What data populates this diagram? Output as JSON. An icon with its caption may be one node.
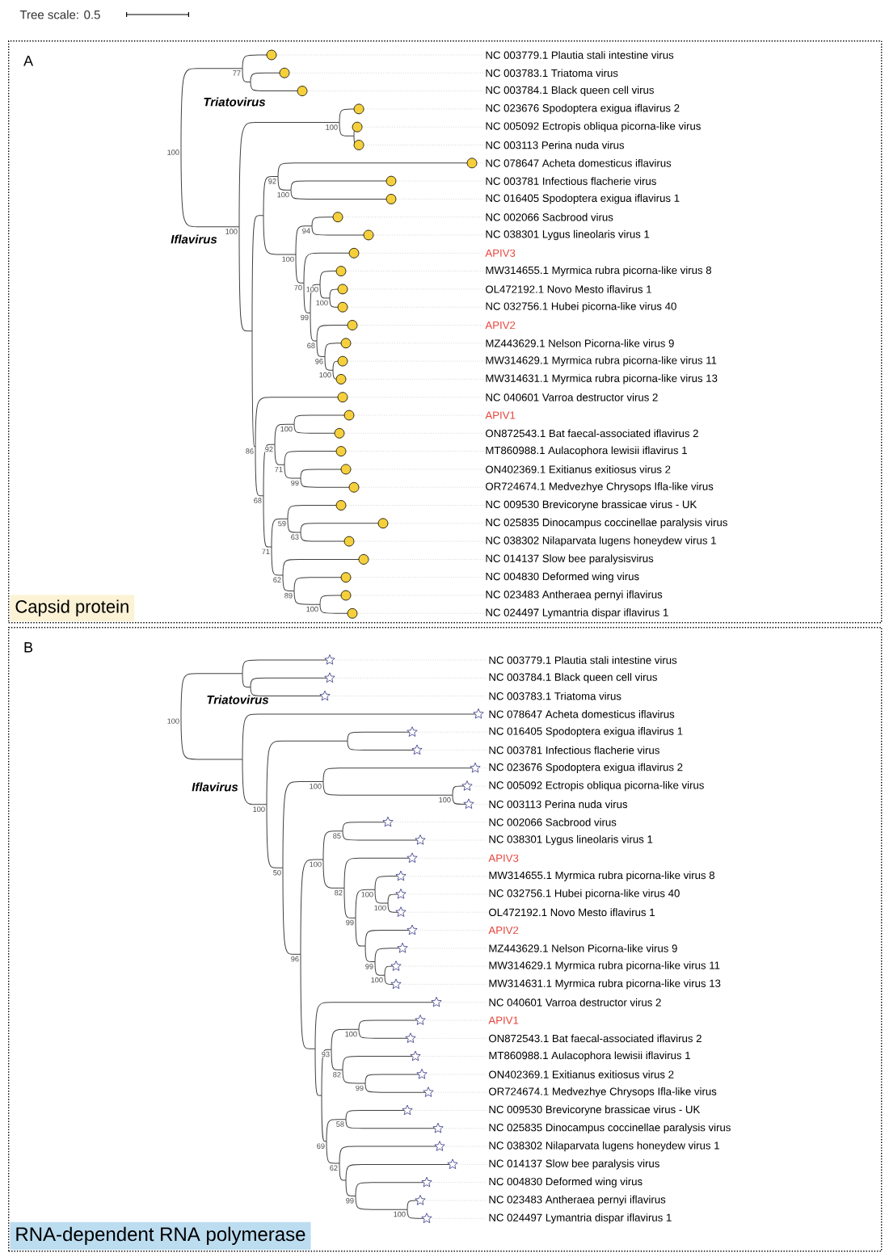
{
  "diagram": {
    "nodes": [
      {
        "text": [
          "A"
        ]
      },
      {
        "text": [
          "Capsid protein"
        ],
        "in": 0
      },
      {
        "text": [
          "B"
        ]
      },
      {
        "text": [
          "RNA-dependent RNA polymerase"
        ],
        "in": 2
      }
    ],
    "labels": [
      "Tree scale: 0.5",
      "Triatovirus",
      "Iflavirus",
      "NC 003779.1 Plautia stali intestine virus",
      "NC 003783.1 Triatoma virus",
      "NC 003784.1 Black queen cell virus",
      "NC 023676 Spodoptera exigua iflavirus 2",
      "NC 005092 Ectropis obliqua picorna-like virus",
      "NC 003113 Perina nuda virus",
      "NC 078647 Acheta domesticus iflavirus",
      "NC 003781 Infectious flacherie virus",
      "NC 016405 Spodoptera exigua iflavirus 1",
      "NC 002066 Sacbrood virus",
      "NC 038301 Lygus lineolaris virus 1",
      "APIV3",
      "MW314655.1 Myrmica rubra picorna-like virus 8",
      "OL472192.1 Novo Mesto iflavirus 1",
      "NC 032756.1 Hubei picorna-like virus 40",
      "APIV2",
      "MZ443629.1 Nelson Picorna-like virus 9",
      "MW314629.1 Myrmica rubra picorna-like virus 11",
      "MW314631.1 Myrmica rubra picorna-like virus 13",
      "NC 040601 Varroa destructor virus 2",
      "APIV1",
      "ON872543.1 Bat faecal-associated iflavirus 2",
      "MT860988.1 Aulacophora lewisii iflavirus 1",
      "ON402369.1 Exitianus exitiosus virus 2",
      "OR724674.1 Medvezhye Chrysops Ifla-like virus",
      "NC 009530 Brevicoryne brassicae virus - UK",
      "NC 025835 Dinocampus coccinellae paralysis virus",
      "NC 038302 Nilaparvata lugens honeydew virus 1",
      "NC 014137 Slow bee paralysisvirus",
      "NC 004830 Deformed wing virus",
      "NC 023483 Antheraea pernyi iflavirus",
      "NC 024497 Lymantria dispar iflavirus 1",
      "100",
      "77",
      "100",
      "100",
      "92",
      "100",
      "100",
      "94",
      "70",
      "99",
      "100",
      "100",
      "68",
      "96",
      "100",
      "86",
      "68",
      "92",
      "100",
      "71",
      "99",
      "71",
      "59",
      "63",
      "62",
      "89",
      "100",
      "Triatovirus",
      "Iflavirus",
      "NC 003779.1 Plautia stali intestine virus",
      "NC 003784.1 Black queen cell virus",
      "NC 003783.1 Triatoma virus",
      "NC 078647 Acheta domesticus iflavirus",
      "NC 016405 Spodoptera exigua iflavirus 1",
      "NC 003781 Infectious flacherie virus",
      "NC 023676 Spodoptera exigua iflavirus 2",
      "NC 005092 Ectropis obliqua picorna-like virus",
      "NC 003113 Perina nuda virus",
      "NC 002066 Sacbrood virus",
      "NC 038301 Lygus lineolaris virus 1",
      "APIV3",
      "MW314655.1 Myrmica rubra picorna-like virus 8",
      "NC 032756.1 Hubei picorna-like virus 40",
      "OL472192.1 Novo Mesto iflavirus 1",
      "APIV2",
      "MZ443629.1 Nelson Picorna-like virus 9",
      "MW314629.1 Myrmica rubra picorna-like virus 11",
      "MW314631.1 Myrmica rubra picorna-like virus 13",
      "NC 040601 Varroa destructor virus 2",
      "APIV1",
      "ON872543.1 Bat faecal-associated iflavirus 2",
      "MT860988.1 Aulacophora lewisii iflavirus 1",
      "ON402369.1 Exitianus exitiosus virus 2",
      "OR724674.1 Medvezhye Chrysops Ifla-like virus",
      "NC 009530 Brevicoryne brassicae virus - UK",
      "NC 025835 Dinocampus coccinellae paralysis virus",
      "NC 038302 Nilaparvata lugens honeydew virus 1",
      "NC 014137 Slow bee paralysis virus",
      "NC 004830 Deformed wing virus",
      "NC 023483 Antheraea pernyi iflavirus",
      "NC 024497 Lymantria dispar iflavirus 1",
      "100",
      "100",
      "50",
      "100",
      "100",
      "96",
      "100",
      "85",
      "82",
      "99",
      "100",
      "100",
      "99",
      "100",
      "93",
      "100",
      "82",
      "99",
      "69",
      "58",
      "62",
      "99",
      "100"
    ]
  }
}
